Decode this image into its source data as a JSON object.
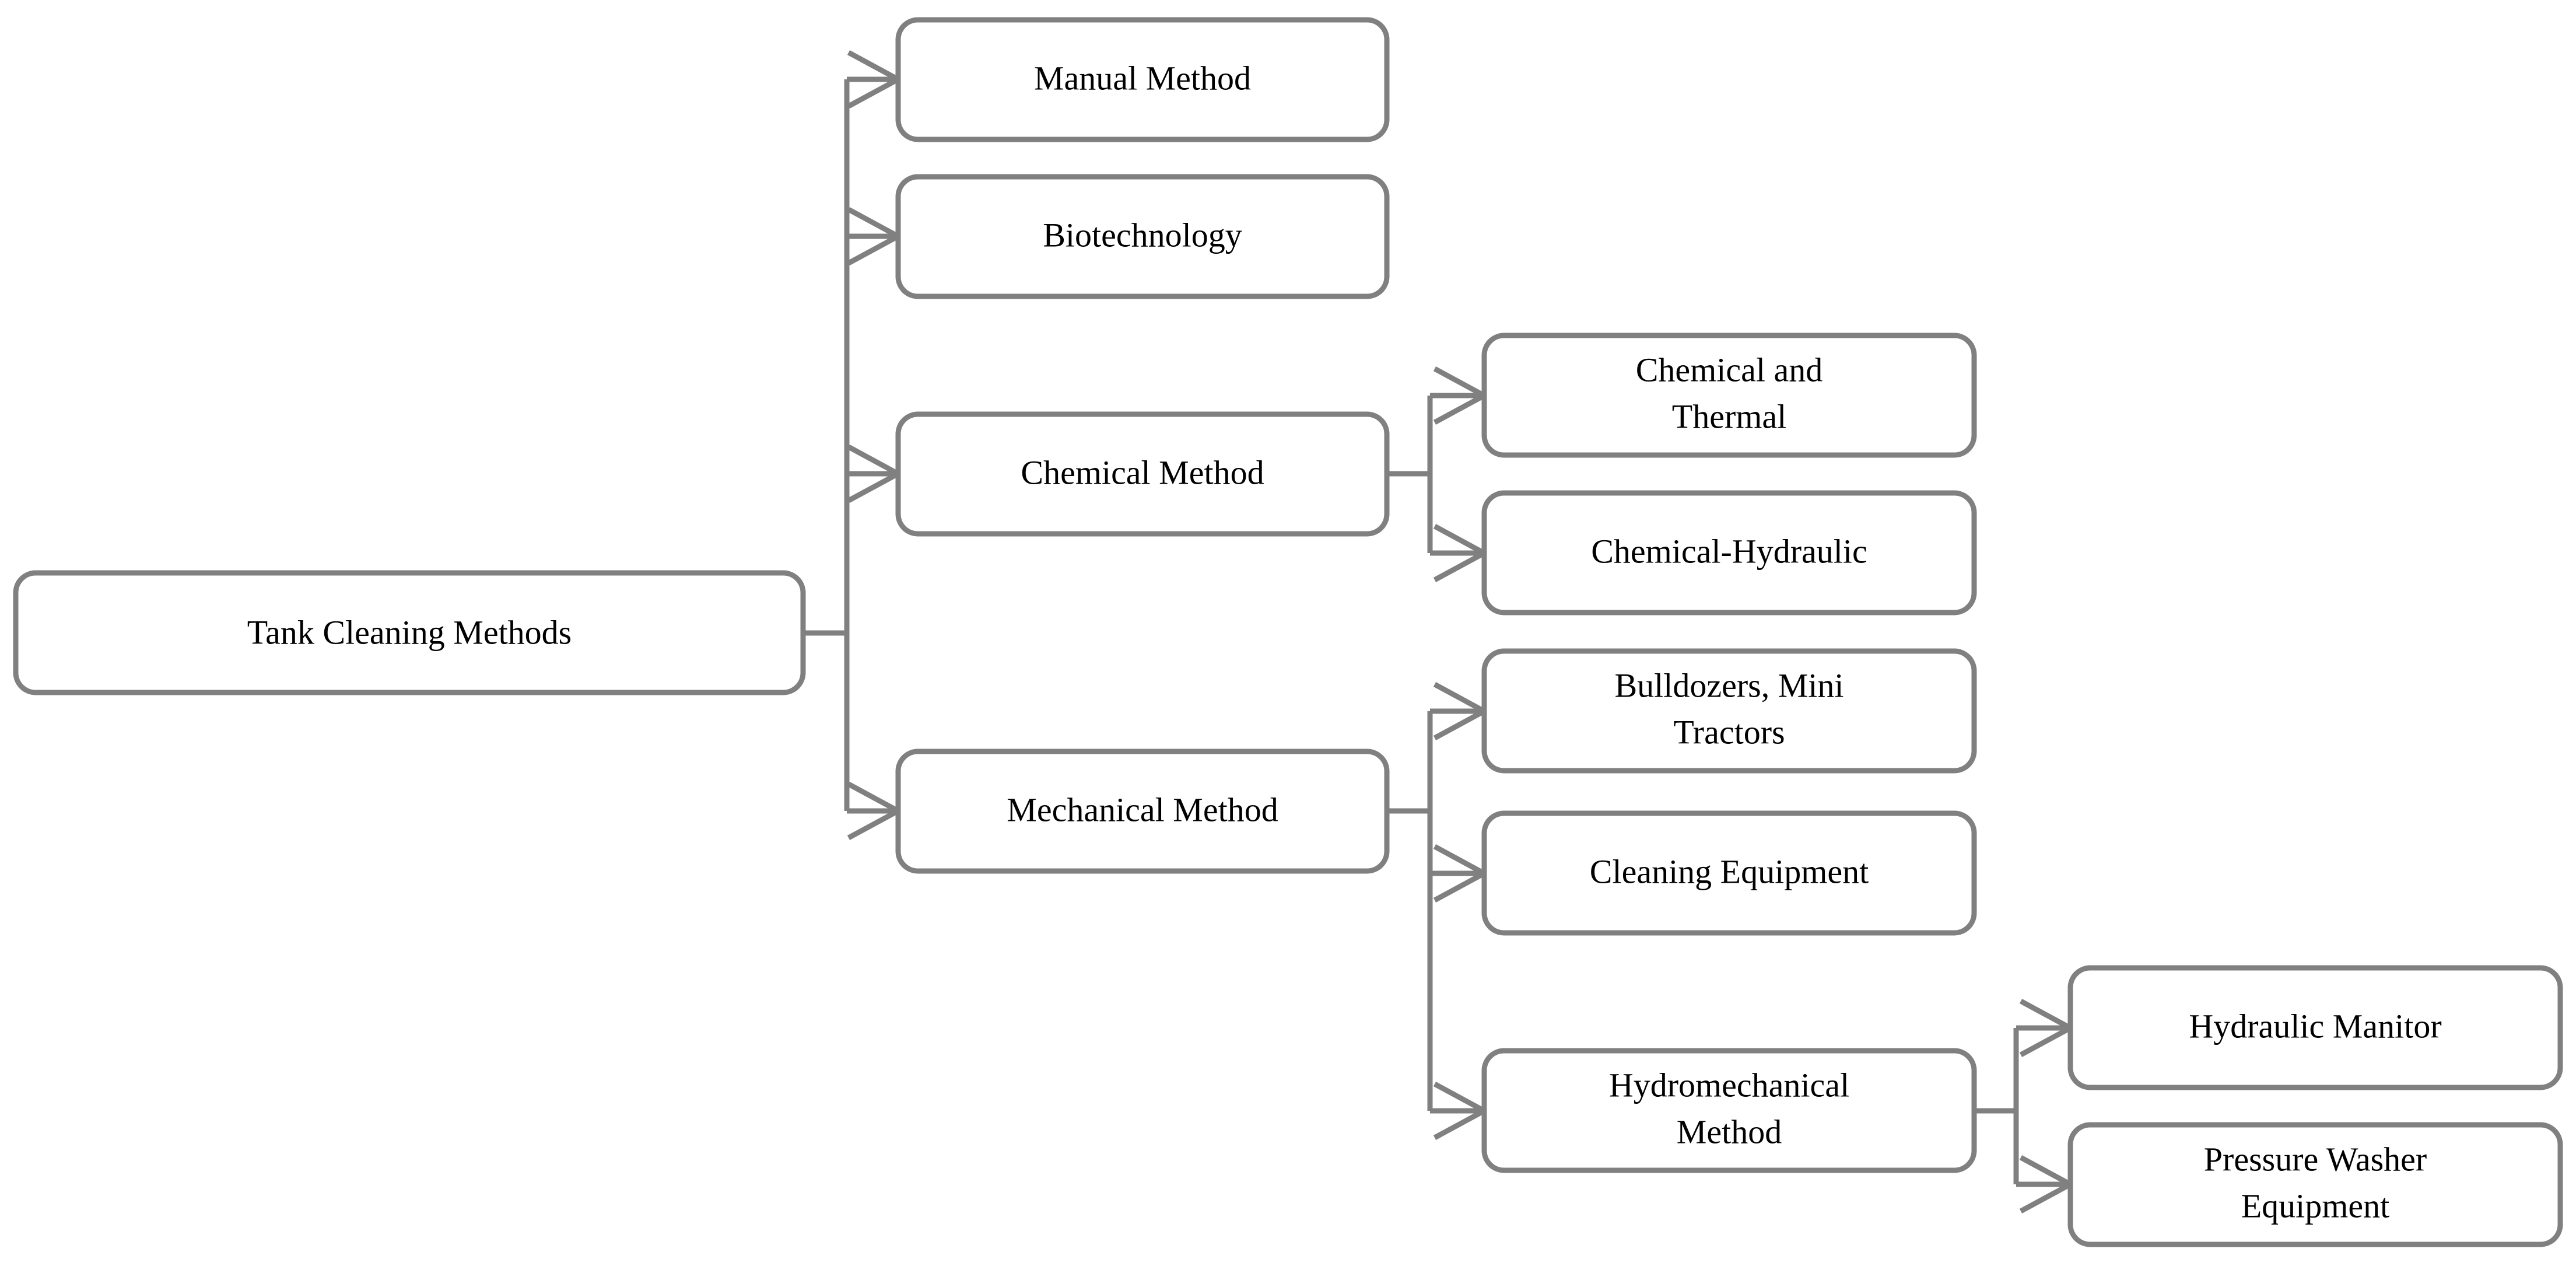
{
  "diagram": {
    "title": "Tank Cleaning Methods",
    "type": "tree-flowchart",
    "orientation": "left-to-right",
    "style": {
      "box_stroke_color": "#808080",
      "box_fill_color": "#ffffff",
      "text_color": "#000000",
      "connector_color": "#808080",
      "arrow_style": "open-chevron"
    },
    "nodes": {
      "root": {
        "label": "Tank Cleaning Methods",
        "level": 1
      },
      "manual": {
        "label": "Manual Method",
        "level": 2
      },
      "biotechnology": {
        "label": "Biotechnology",
        "level": 2
      },
      "chemical": {
        "label": "Chemical Method",
        "level": 2
      },
      "mechanical": {
        "label": "Mechanical Method",
        "level": 2
      },
      "chemical_thermal_line1": {
        "label": "Chemical and",
        "level": 3
      },
      "chemical_thermal_line2": {
        "label": "Thermal",
        "level": 3
      },
      "chemical_hydraulic": {
        "label": "Chemical-Hydraulic",
        "level": 3
      },
      "bulldozers_line1": {
        "label": "Bulldozers, Mini",
        "level": 3
      },
      "bulldozers_line2": {
        "label": "Tractors",
        "level": 3
      },
      "cleaning_equipment": {
        "label": "Cleaning Equipment",
        "level": 3
      },
      "hydromechanical_line1": {
        "label": "Hydromechanical",
        "level": 3
      },
      "hydromechanical_line2": {
        "label": "Method",
        "level": 3
      },
      "hydraulic_manitor": {
        "label": "Hydraulic Manitor",
        "level": 4
      },
      "pressure_washer_line1": {
        "label": "Pressure Washer",
        "level": 4
      },
      "pressure_washer_line2": {
        "label": "Equipment",
        "level": 4
      }
    },
    "edges": [
      {
        "from": "root",
        "to": "manual"
      },
      {
        "from": "root",
        "to": "biotechnology"
      },
      {
        "from": "root",
        "to": "chemical"
      },
      {
        "from": "root",
        "to": "mechanical"
      },
      {
        "from": "chemical",
        "to": "chemical_thermal"
      },
      {
        "from": "chemical",
        "to": "chemical_hydraulic"
      },
      {
        "from": "mechanical",
        "to": "bulldozers"
      },
      {
        "from": "mechanical",
        "to": "cleaning_equipment"
      },
      {
        "from": "mechanical",
        "to": "hydromechanical"
      },
      {
        "from": "hydromechanical",
        "to": "hydraulic_manitor"
      },
      {
        "from": "hydromechanical",
        "to": "pressure_washer"
      }
    ]
  }
}
